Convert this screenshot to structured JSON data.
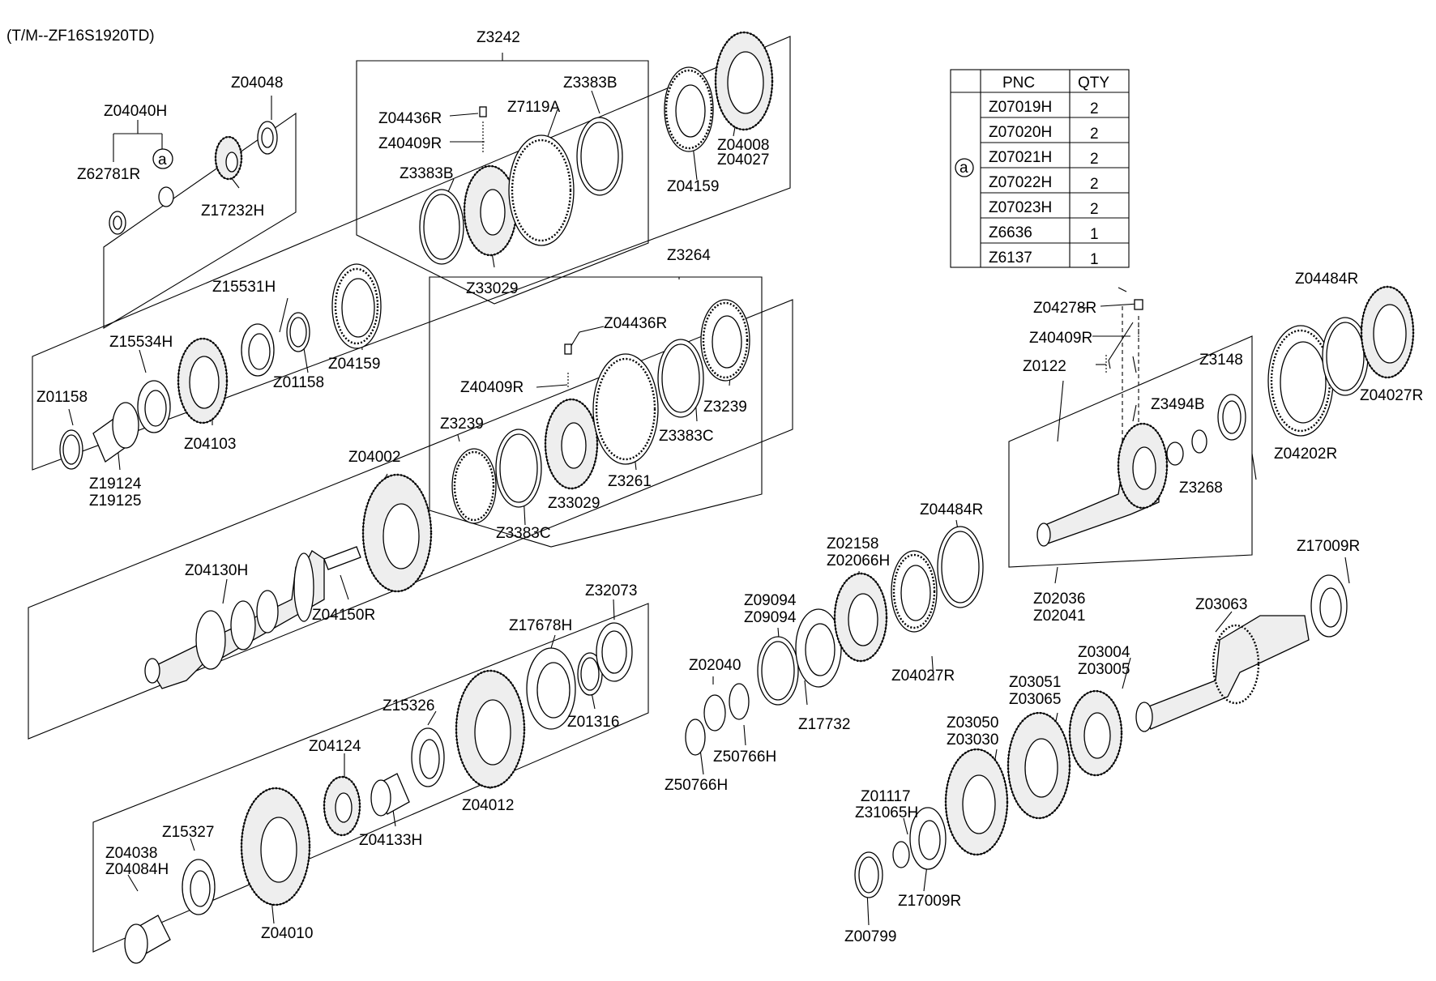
{
  "header": {
    "model_code": "(T/M--ZF16S1920TD)"
  },
  "callout_marker": "a",
  "table": {
    "headers": [
      "PNC",
      "QTY"
    ],
    "group_marker": "a",
    "rows": [
      {
        "pnc": "Z07019H",
        "qty": "2"
      },
      {
        "pnc": "Z07020H",
        "qty": "2"
      },
      {
        "pnc": "Z07021H",
        "qty": "2"
      },
      {
        "pnc": "Z07022H",
        "qty": "2"
      },
      {
        "pnc": "Z07023H",
        "qty": "2"
      },
      {
        "pnc": "Z6636",
        "qty": "1"
      },
      {
        "pnc": "Z6137",
        "qty": "1"
      }
    ]
  },
  "labels": [
    {
      "id": "z3242",
      "text": "Z3242"
    },
    {
      "id": "z04048",
      "text": "Z04048"
    },
    {
      "id": "z04040h",
      "text": "Z04040H"
    },
    {
      "id": "z62781r",
      "text": "Z62781R"
    },
    {
      "id": "z17232h",
      "text": "Z17232H"
    },
    {
      "id": "z04436r-top",
      "text": "Z04436R"
    },
    {
      "id": "z40409r-top",
      "text": "Z40409R"
    },
    {
      "id": "z7119a",
      "text": "Z7119A"
    },
    {
      "id": "z3383b-right",
      "text": "Z3383B"
    },
    {
      "id": "z3383b-left",
      "text": "Z3383B"
    },
    {
      "id": "z33029-top",
      "text": "Z33029"
    },
    {
      "id": "z04008",
      "text": "Z04008"
    },
    {
      "id": "z04027-top",
      "text": "Z04027"
    },
    {
      "id": "z04159-top",
      "text": "Z04159"
    },
    {
      "id": "z3264",
      "text": "Z3264"
    },
    {
      "id": "z15531h",
      "text": "Z15531H"
    },
    {
      "id": "z15534h",
      "text": "Z15534H"
    },
    {
      "id": "z01158-left",
      "text": "Z01158"
    },
    {
      "id": "z01158-mid",
      "text": "Z01158"
    },
    {
      "id": "z04159-mid",
      "text": "Z04159"
    },
    {
      "id": "z04103",
      "text": "Z04103"
    },
    {
      "id": "z19124",
      "text": "Z19124"
    },
    {
      "id": "z19125",
      "text": "Z19125"
    },
    {
      "id": "z04436r-mid",
      "text": "Z04436R"
    },
    {
      "id": "z40409r-mid",
      "text": "Z40409R"
    },
    {
      "id": "z3239-left",
      "text": "Z3239"
    },
    {
      "id": "z3239-right",
      "text": "Z3239"
    },
    {
      "id": "z3383c-right",
      "text": "Z3383C"
    },
    {
      "id": "z3383c-bottom",
      "text": "Z3383C"
    },
    {
      "id": "z3261",
      "text": "Z3261"
    },
    {
      "id": "z33029-mid",
      "text": "Z33029"
    },
    {
      "id": "z04002",
      "text": "Z04002"
    },
    {
      "id": "z04130h",
      "text": "Z04130H"
    },
    {
      "id": "z04150r",
      "text": "Z04150R"
    },
    {
      "id": "z04278r",
      "text": "Z04278R"
    },
    {
      "id": "z40409r-right",
      "text": "Z40409R"
    },
    {
      "id": "z0122",
      "text": "Z0122"
    },
    {
      "id": "z3148",
      "text": "Z3148"
    },
    {
      "id": "z3494b",
      "text": "Z3494B"
    },
    {
      "id": "z3268",
      "text": "Z3268"
    },
    {
      "id": "z04484r-top",
      "text": "Z04484R"
    },
    {
      "id": "z04027r-top",
      "text": "Z04027R"
    },
    {
      "id": "z04202r",
      "text": "Z04202R"
    },
    {
      "id": "z02036",
      "text": "Z02036"
    },
    {
      "id": "z02041",
      "text": "Z02041"
    },
    {
      "id": "z17009r-top",
      "text": "Z17009R"
    },
    {
      "id": "z03063",
      "text": "Z03063"
    },
    {
      "id": "z04484r-mid",
      "text": "Z04484R"
    },
    {
      "id": "z02158",
      "text": "Z02158"
    },
    {
      "id": "z02066h",
      "text": "Z02066H"
    },
    {
      "id": "z09094-a",
      "text": "Z09094"
    },
    {
      "id": "z09094-b",
      "text": "Z09094"
    },
    {
      "id": "z04027r-mid",
      "text": "Z04027R"
    },
    {
      "id": "z17732",
      "text": "Z17732"
    },
    {
      "id": "z02040",
      "text": "Z02040"
    },
    {
      "id": "z50766h-a",
      "text": "Z50766H"
    },
    {
      "id": "z50766h-b",
      "text": "Z50766H"
    },
    {
      "id": "z32073",
      "text": "Z32073"
    },
    {
      "id": "z17678h",
      "text": "Z17678H"
    },
    {
      "id": "z01316",
      "text": "Z01316"
    },
    {
      "id": "z15326",
      "text": "Z15326"
    },
    {
      "id": "z04012",
      "text": "Z04012"
    },
    {
      "id": "z04124",
      "text": "Z04124"
    },
    {
      "id": "z04133h",
      "text": "Z04133H"
    },
    {
      "id": "z15327",
      "text": "Z15327"
    },
    {
      "id": "z04038",
      "text": "Z04038"
    },
    {
      "id": "z04084h",
      "text": "Z04084H"
    },
    {
      "id": "z04010",
      "text": "Z04010"
    },
    {
      "id": "z03004",
      "text": "Z03004"
    },
    {
      "id": "z03005",
      "text": "Z03005"
    },
    {
      "id": "z03051",
      "text": "Z03051"
    },
    {
      "id": "z03065",
      "text": "Z03065"
    },
    {
      "id": "z03050",
      "text": "Z03050"
    },
    {
      "id": "z03030",
      "text": "Z03030"
    },
    {
      "id": "z01117",
      "text": "Z01117"
    },
    {
      "id": "z31065h",
      "text": "Z31065H"
    },
    {
      "id": "z17009r-bottom",
      "text": "Z17009R"
    },
    {
      "id": "z00799",
      "text": "Z00799"
    }
  ]
}
